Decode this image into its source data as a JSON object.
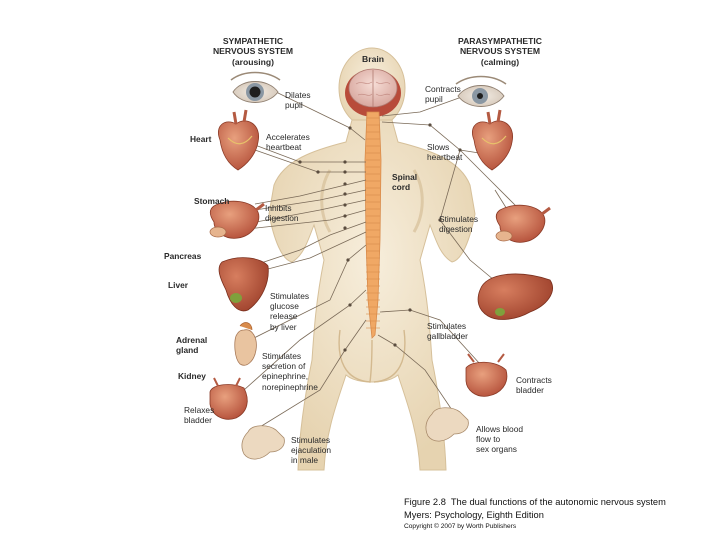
{
  "headers": {
    "sympathetic": "SYMPATHETIC\nNERVOUS SYSTEM\n(arousing)",
    "parasympathetic": "PARASYMPATHETIC\nNERVOUS SYSTEM\n(calming)",
    "brain": "Brain",
    "spinal_cord": "Spinal\ncord"
  },
  "organs": {
    "heart": "Heart",
    "stomach": "Stomach",
    "pancreas": "Pancreas",
    "liver": "Liver",
    "adrenal_gland": "Adrenal\ngland",
    "kidney": "Kidney"
  },
  "sympathetic_effects": {
    "dilates_pupil": "Dilates\npupil",
    "accelerates_heartbeat": "Accelerates\nheartbeat",
    "inhibits_digestion": "Inhibits\ndigestion",
    "stimulates_glucose": "Stimulates\nglucose\nrelease\nby liver",
    "stimulates_secretion": "Stimulates\nsecretion of\nepinephrine,\nnorepinephrine",
    "relaxes_bladder": "Relaxes\nbladder",
    "stimulates_ejaculation": "Stimulates\nejaculation\nin male"
  },
  "parasympathetic_effects": {
    "contracts_pupil": "Contracts\npupil",
    "slows_heartbeat": "Slows\nheartbeat",
    "stimulates_digestion": "Stimulates\ndigestion",
    "stimulates_gallbladder": "Stimulates\ngallbladder",
    "contracts_bladder": "Contracts\nbladder",
    "allows_blood_flow": "Allows blood\nflow to\nsex organs"
  },
  "caption": {
    "line1": "Figure 2.8  The dual functions of the autonomic nervous system",
    "line2": "Myers: Psychology, Eighth Edition",
    "line3": "Copyright © 2007 by Worth Publishers"
  },
  "colors": {
    "body": "#f1e5cd",
    "body_shadow": "#dcc7a2",
    "spine": "#f0a865",
    "organ": "#c9674a",
    "organ_dark": "#a84a32",
    "liver": "#b9583c",
    "nerve": "#7a6a58",
    "text": "#2a2a2a"
  }
}
